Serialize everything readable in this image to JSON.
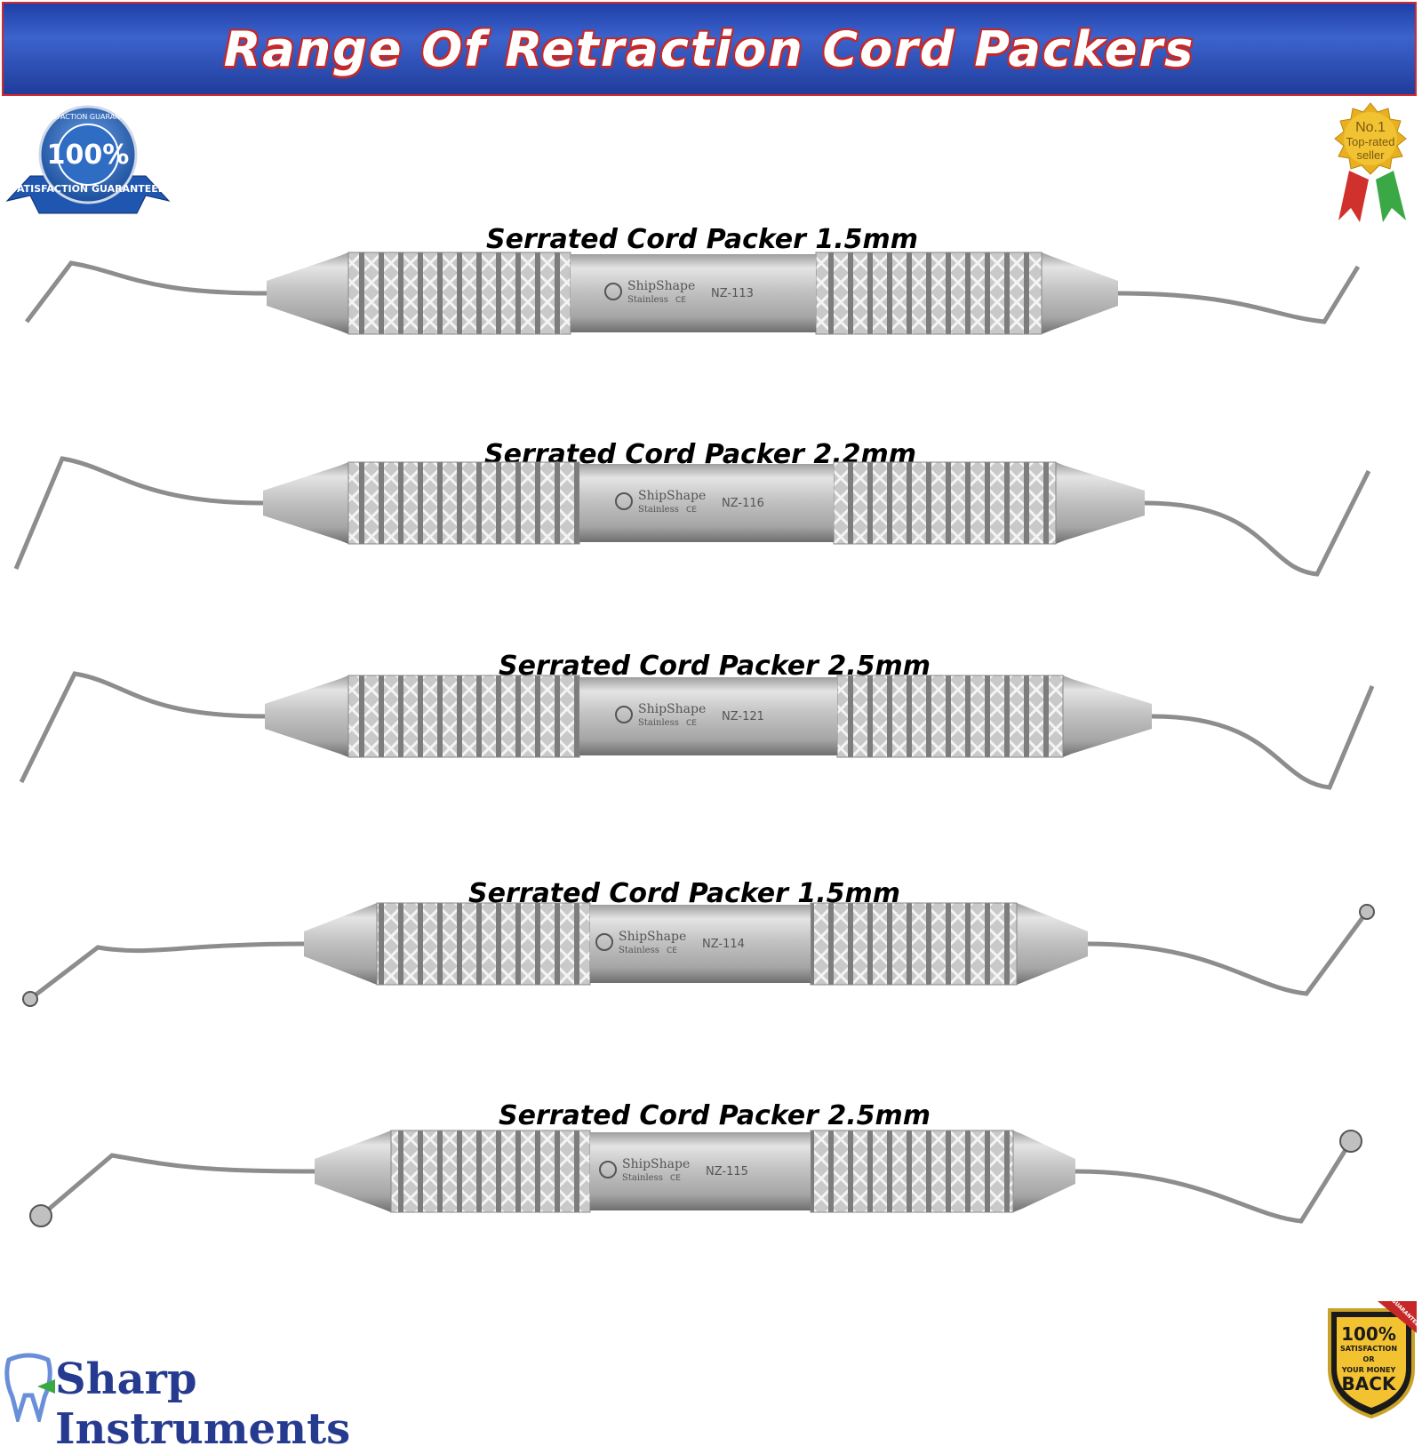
{
  "banner": {
    "title": "Range Of Retraction Cord Packers"
  },
  "badges": {
    "left": {
      "percent": "100%",
      "ring_text": "SATISFACTION GUARANTEED",
      "ribbon_text": "SATISFACTION GUARANTEED"
    },
    "right": {
      "line1": "No.1",
      "line2": "Top-rated",
      "line3": "seller"
    },
    "bottom": {
      "percent": "100%",
      "line1": "SATISFACTION",
      "line2": "OR",
      "line3": "YOUR MONEY",
      "line4": "BACK",
      "corner": "GUARANTEE"
    }
  },
  "instruments": [
    {
      "label": "Serrated Cord Packer 1.5mm",
      "brand": "ShipShape",
      "sub": "Stainless",
      "ce": "CE",
      "code": "NZ-113",
      "tip": "blade"
    },
    {
      "label": "Serrated Cord Packer 2.2mm",
      "brand": "ShipShape",
      "sub": "Stainless",
      "ce": "CE",
      "code": "NZ-116",
      "tip": "blade"
    },
    {
      "label": "Serrated Cord Packer 2.5mm",
      "brand": "ShipShape",
      "sub": "Stainless",
      "ce": "CE",
      "code": "NZ-121",
      "tip": "blade"
    },
    {
      "label": "Serrated Cord Packer 1.5mm",
      "brand": "ShipShape",
      "sub": "Stainless",
      "ce": "CE",
      "code": "NZ-114",
      "tip": "ball"
    },
    {
      "label": "Serrated Cord Packer 2.5mm",
      "brand": "ShipShape",
      "sub": "Stainless",
      "ce": "CE",
      "code": "NZ-115",
      "tip": "disc"
    }
  ],
  "footer": {
    "logo_text": "Sharp Instruments"
  },
  "colors": {
    "banner_blue": "#2a4db3",
    "banner_border": "#d62a2a",
    "title_outline": "#c62828",
    "steel_light": "#d6d6d6",
    "steel_dark": "#8a8a8a",
    "logo_blue": "#263b8f",
    "gold": "#e8b021"
  }
}
